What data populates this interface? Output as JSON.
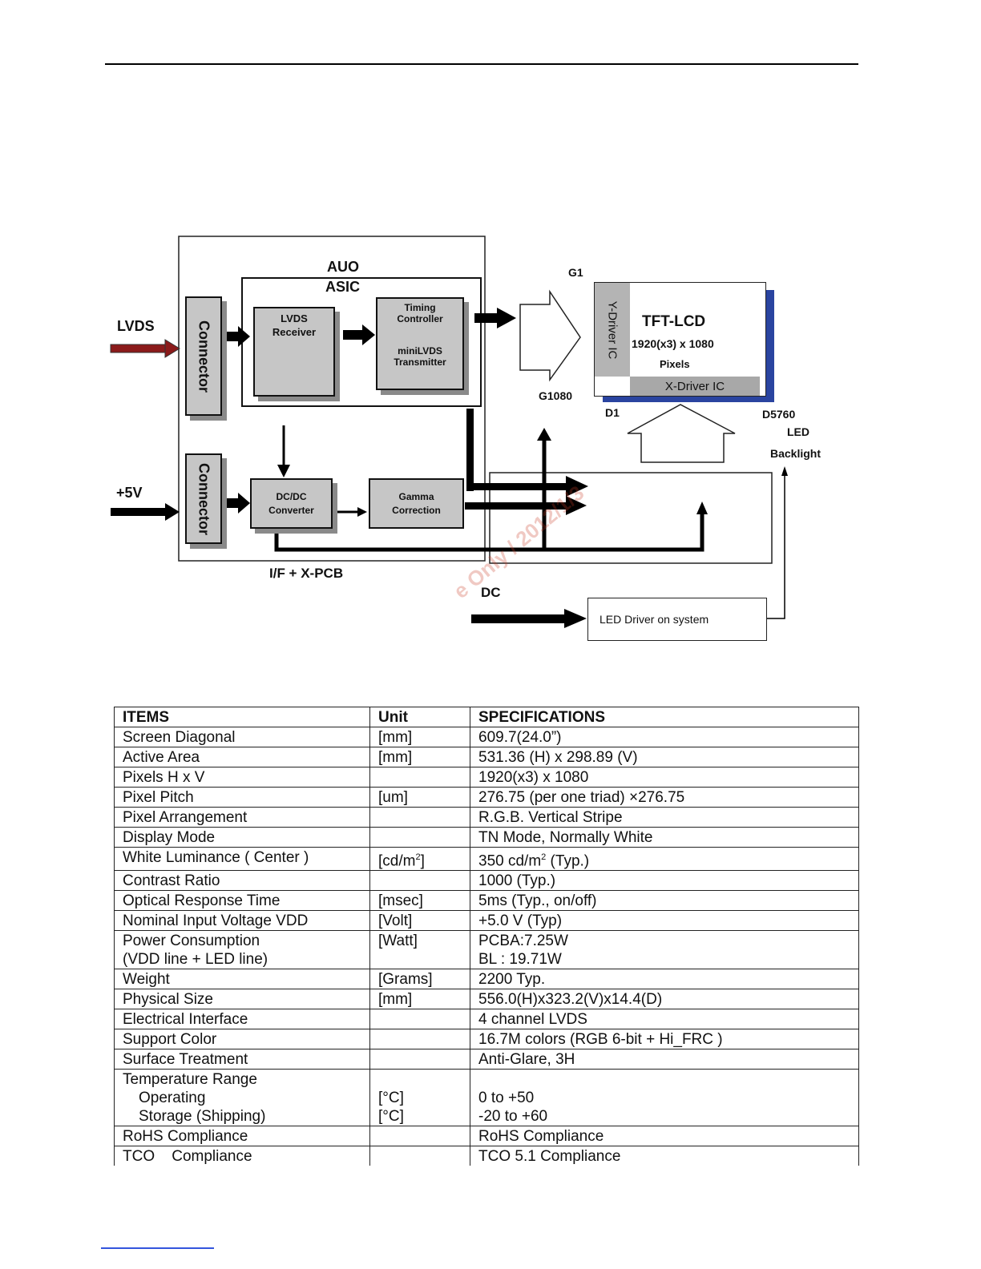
{
  "diagram": {
    "asic_label_line1": "AUO",
    "asic_label_line2": "ASIC",
    "lvds_label": "LVDS",
    "plus5v_label": "+5V",
    "connector_top": "Connector",
    "connector_bottom": "Connector",
    "lvds_receiver_line1": "LVDS",
    "lvds_receiver_line2": "Receiver",
    "timing_line1": "Timing",
    "timing_line2": "Controller",
    "minilvds_line1": "miniLVDS",
    "minilvds_line2": "Transmitter",
    "dcdc_line1": "DC/DC",
    "dcdc_line2": "Converter",
    "gamma_line1": "Gamma",
    "gamma_line2": "Correction",
    "pcb_label": "I/F + X-PCB",
    "g1": "G1",
    "g1080": "G1080",
    "d1": "D1",
    "d5760": "D5760",
    "y_driver": "Y-Driver IC",
    "x_driver": "X-Driver IC",
    "tft_title": "TFT-LCD",
    "tft_res": "1920(x3) x 1080",
    "tft_pixels": "Pixels",
    "led_label": "LED",
    "backlight_label": "Backlight",
    "dc_label": "DC",
    "led_driver": "LED Driver on system",
    "watermark": "e Only / 2012/1/3"
  },
  "table": {
    "headers": [
      "ITEMS",
      "Unit",
      "SPECIFICATIONS"
    ],
    "rows": [
      {
        "item": "Screen Diagonal",
        "unit": "[mm]",
        "spec": "609.7(24.0”)"
      },
      {
        "item": "Active Area",
        "unit": "[mm]",
        "spec": "531.36 (H) x 298.89 (V)"
      },
      {
        "item": "Pixels H x V",
        "unit": "",
        "spec": "1920(x3) x 1080"
      },
      {
        "item": "Pixel Pitch",
        "unit": "[um]",
        "spec": "276.75 (per one triad) ×276.75"
      },
      {
        "item": "Pixel Arrangement",
        "unit": "",
        "spec": "R.G.B. Vertical Stripe"
      },
      {
        "item": "Display Mode",
        "unit": "",
        "spec": "TN Mode, Normally White"
      },
      {
        "item": "White Luminance ( Center )",
        "unit_pre": "[cd/m",
        "unit_sup": "2",
        "unit_post": "]",
        "spec_pre": "350 cd/m",
        "spec_sup": "2",
        "spec_post": " (Typ.)"
      },
      {
        "item": "Contrast Ratio",
        "unit": "",
        "spec": "1000 (Typ.)"
      },
      {
        "item": "Optical Response Time",
        "unit": "[msec]",
        "spec": "5ms (Typ., on/off)"
      },
      {
        "item": "Nominal Input Voltage VDD",
        "unit": "[Volt]",
        "spec": "+5.0 V (Typ)"
      },
      {
        "item_l1": "Power Consumption",
        "item_l2": "(VDD line + LED line)",
        "unit": "[Watt]",
        "spec_l1": "PCBA:7.25W",
        "spec_l2": "BL : 19.71W"
      },
      {
        "item": "Weight",
        "unit": "[Grams]",
        "spec": "2200 Typ."
      },
      {
        "item": "Physical Size",
        "unit": "[mm]",
        "spec": "556.0(H)x323.2(V)x14.4(D)"
      },
      {
        "item": "Electrical Interface",
        "unit": "",
        "spec": "4 channel LVDS"
      },
      {
        "item": "Support Color",
        "unit": "",
        "spec": "16.7M colors (RGB 6-bit + Hi_FRC )"
      },
      {
        "item": "Surface Treatment",
        "unit": "",
        "spec": "Anti-Glare, 3H"
      },
      {
        "item_l1": "Temperature Range",
        "item_l2": "Operating",
        "item_l3": "Storage (Shipping)",
        "unit_l2": "[°C]",
        "unit_l3": "[°C]",
        "spec_l2": "0 to +50",
        "spec_l3": "-20 to +60"
      },
      {
        "item": "RoHS Compliance",
        "unit": "",
        "spec": "RoHS Compliance"
      },
      {
        "item": "TCO    Compliance",
        "unit": "",
        "spec": "TCO 5.1 Compliance"
      }
    ]
  }
}
